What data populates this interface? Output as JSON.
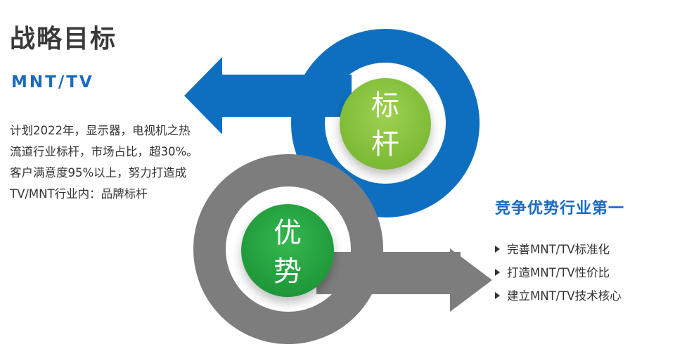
{
  "heading": "战略目标",
  "subheading": "MNT/TV",
  "description": [
    "计划2022年，显示器，电视机之热",
    "流道行业标杆，市场占比，超30%。",
    "客户满意度95%以上，努力打造成",
    "TV/MNT行业内：品牌标杆"
  ],
  "circles": {
    "top": {
      "line1": "标",
      "line2": "杆"
    },
    "bottom": {
      "line1": "优",
      "line2": "势"
    }
  },
  "right_title": "竞争优势行业第一",
  "bullets": [
    "完善MNT/TV标准化",
    "打造MNT/TV性价比",
    "建立MNT/TV技术核心"
  ],
  "colors": {
    "blue": "#0e6fc1",
    "gray": "#7d7d7d",
    "light_green": "#8cc63f",
    "green": "#28a745",
    "accent_text": "#1a6bbf"
  },
  "icons": [
    "left-arrow-icon",
    "right-arrow-icon",
    "bullet-triangle-icon"
  ]
}
